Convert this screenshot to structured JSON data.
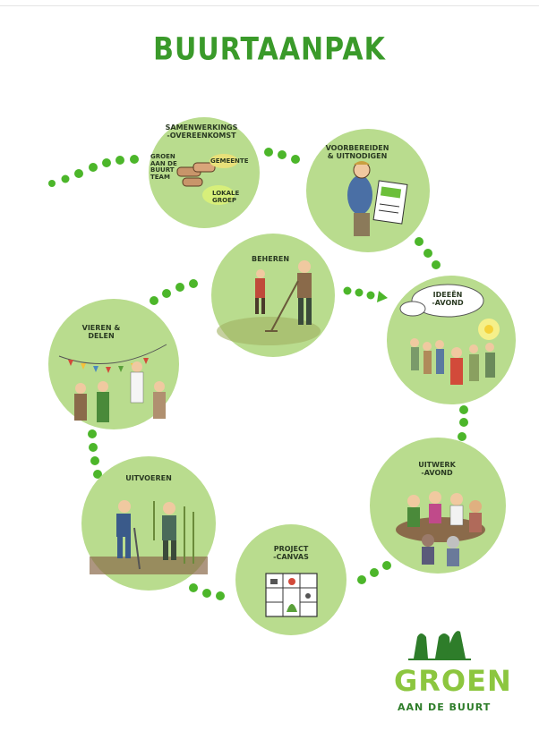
{
  "title": "BUURTAANPAK",
  "steps": [
    {
      "label": "SAMENWERKINGS\n-OVEREENKOMST",
      "icon": "handshake-icon"
    },
    {
      "label": "VOORBEREIDEN\n& UITNODIGEN",
      "icon": "poster-icon"
    },
    {
      "label": "IDEEËN\n-AVOND",
      "icon": "lightbulb-icon"
    },
    {
      "label": "UITWERK\n-AVOND",
      "icon": "meeting-icon"
    },
    {
      "label": "PROJECT\n-CANVAS",
      "icon": "canvas-icon"
    },
    {
      "label": "UITVOEREN",
      "icon": "planting-icon"
    },
    {
      "label": "VIEREN &\nDELEN",
      "icon": "celebration-icon"
    },
    {
      "label": "BEHEREN",
      "icon": "raking-icon"
    }
  ],
  "agreement_parties": {
    "left": "GROEN\nAAN DE\nBUURT\nTEAM",
    "right_top": "GEMEENTE",
    "right_bottom": "LOKALE\nGROEP"
  },
  "logo": {
    "line1": "GROEN",
    "line2": "AAN DE BUURT"
  },
  "colors": {
    "title": "#3a9a2a",
    "circle_fill": "#b9dc8e",
    "dots": "#4cb62a",
    "logo": "#8cc63f",
    "logo_dark": "#2e7d2a"
  }
}
